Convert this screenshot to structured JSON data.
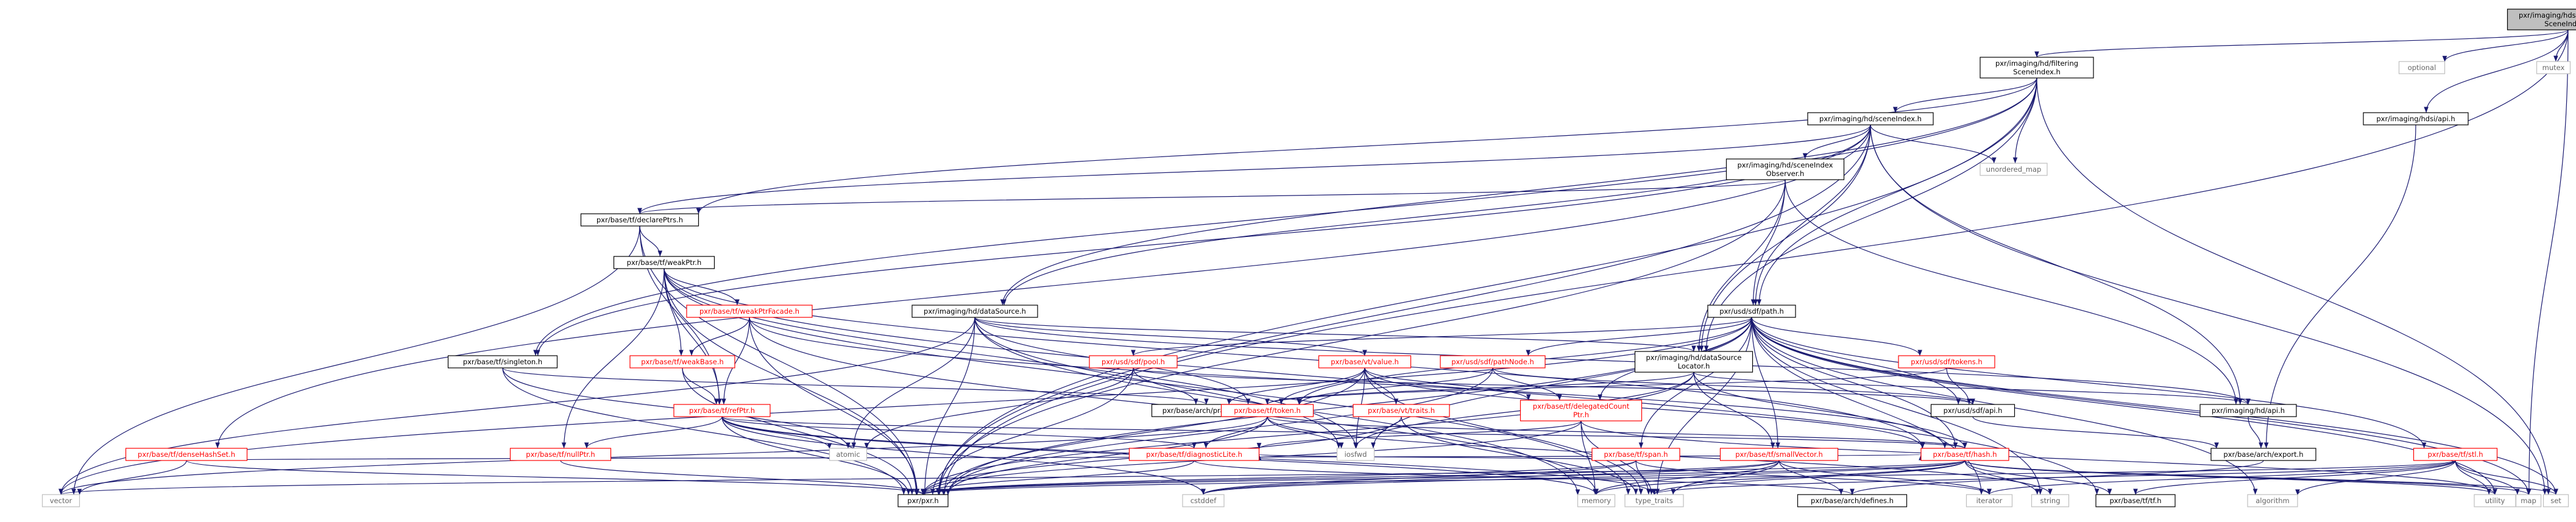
{
  "colors": {
    "edge": "#191970",
    "box_border": "#000000",
    "box_fill": "#ffffff",
    "root_fill": "#bfbfbf",
    "text": "#000000",
    "truncated_border": "#ff0000",
    "truncated_text": "#ff0000",
    "system_border": "#bfbfbf",
    "system_text": "#666666"
  },
  "nodes": [
    {
      "id": "root",
      "lines": [
        "pxr/imaging/hdsi/debugging",
        "SceneIndex.h"
      ],
      "kind": "root"
    },
    {
      "id": "filtering",
      "lines": [
        "pxr/imaging/hd/filtering",
        "SceneIndex.h"
      ],
      "kind": "file"
    },
    {
      "id": "optional",
      "lines": [
        "optional"
      ],
      "kind": "system"
    },
    {
      "id": "mutex",
      "lines": [
        "mutex"
      ],
      "kind": "system"
    },
    {
      "id": "hdsiapi",
      "lines": [
        "pxr/imaging/hdsi/api.h"
      ],
      "kind": "file"
    },
    {
      "id": "sceneindex",
      "lines": [
        "pxr/imaging/hd/sceneIndex.h"
      ],
      "kind": "file"
    },
    {
      "id": "unordered_map",
      "lines": [
        "unordered_map"
      ],
      "kind": "system"
    },
    {
      "id": "observer",
      "lines": [
        "pxr/imaging/hd/sceneIndex",
        "Observer.h"
      ],
      "kind": "file"
    },
    {
      "id": "declareptrs",
      "lines": [
        "pxr/base/tf/declarePtrs.h"
      ],
      "kind": "file"
    },
    {
      "id": "weakptr",
      "lines": [
        "pxr/base/tf/weakPtr.h"
      ],
      "kind": "file"
    },
    {
      "id": "weakptrfacade",
      "lines": [
        "pxr/base/tf/weakPtrFacade.h"
      ],
      "kind": "truncated"
    },
    {
      "id": "datasource",
      "lines": [
        "pxr/imaging/hd/dataSource.h"
      ],
      "kind": "file"
    },
    {
      "id": "path",
      "lines": [
        "pxr/usd/sdf/path.h"
      ],
      "kind": "file"
    },
    {
      "id": "locator",
      "lines": [
        "pxr/imaging/hd/dataSource",
        "Locator.h"
      ],
      "kind": "file"
    },
    {
      "id": "singleton",
      "lines": [
        "pxr/base/tf/singleton.h"
      ],
      "kind": "file"
    },
    {
      "id": "weakbase",
      "lines": [
        "pxr/base/tf/weakBase.h"
      ],
      "kind": "truncated"
    },
    {
      "id": "pool",
      "lines": [
        "pxr/usd/sdf/pool.h"
      ],
      "kind": "truncated"
    },
    {
      "id": "value",
      "lines": [
        "pxr/base/vt/value.h"
      ],
      "kind": "truncated"
    },
    {
      "id": "pathnode",
      "lines": [
        "pxr/usd/sdf/pathNode.h"
      ],
      "kind": "truncated"
    },
    {
      "id": "sdftokens",
      "lines": [
        "pxr/usd/sdf/tokens.h"
      ],
      "kind": "truncated"
    },
    {
      "id": "pragmas",
      "lines": [
        "pxr/base/arch/pragmas.h"
      ],
      "kind": "file"
    },
    {
      "id": "refptr",
      "lines": [
        "pxr/base/tf/refPtr.h"
      ],
      "kind": "truncated"
    },
    {
      "id": "traits",
      "lines": [
        "pxr/base/vt/traits.h"
      ],
      "kind": "truncated"
    },
    {
      "id": "delegated",
      "lines": [
        "pxr/base/tf/delegatedCount",
        "Ptr.h"
      ],
      "kind": "truncated"
    },
    {
      "id": "token",
      "lines": [
        "pxr/base/tf/token.h"
      ],
      "kind": "truncated"
    },
    {
      "id": "sdfapi",
      "lines": [
        "pxr/usd/sdf/api.h"
      ],
      "kind": "file"
    },
    {
      "id": "hdapi",
      "lines": [
        "pxr/imaging/hd/api.h"
      ],
      "kind": "file"
    },
    {
      "id": "densehashset",
      "lines": [
        "pxr/base/tf/denseHashSet.h"
      ],
      "kind": "truncated"
    },
    {
      "id": "nullptr",
      "lines": [
        "pxr/base/tf/nullPtr.h"
      ],
      "kind": "truncated"
    },
    {
      "id": "atomic",
      "lines": [
        "atomic"
      ],
      "kind": "system"
    },
    {
      "id": "iosfwd",
      "lines": [
        "iosfwd"
      ],
      "kind": "system"
    },
    {
      "id": "diaglite",
      "lines": [
        "pxr/base/tf/diagnosticLite.h"
      ],
      "kind": "truncated"
    },
    {
      "id": "span",
      "lines": [
        "pxr/base/tf/span.h"
      ],
      "kind": "truncated"
    },
    {
      "id": "smallvector",
      "lines": [
        "pxr/base/tf/smallVector.h"
      ],
      "kind": "truncated"
    },
    {
      "id": "hash",
      "lines": [
        "pxr/base/tf/hash.h"
      ],
      "kind": "truncated"
    },
    {
      "id": "archexport",
      "lines": [
        "pxr/base/arch/export.h"
      ],
      "kind": "file"
    },
    {
      "id": "stl",
      "lines": [
        "pxr/base/tf/stl.h"
      ],
      "kind": "truncated"
    },
    {
      "id": "vector",
      "lines": [
        "vector"
      ],
      "kind": "system"
    },
    {
      "id": "pxr",
      "lines": [
        "pxr/pxr.h"
      ],
      "kind": "file"
    },
    {
      "id": "cstddef",
      "lines": [
        "cstddef"
      ],
      "kind": "system"
    },
    {
      "id": "memory",
      "lines": [
        "memory"
      ],
      "kind": "system"
    },
    {
      "id": "type_traits",
      "lines": [
        "type_traits"
      ],
      "kind": "system"
    },
    {
      "id": "archdefines",
      "lines": [
        "pxr/base/arch/defines.h"
      ],
      "kind": "file"
    },
    {
      "id": "iterator",
      "lines": [
        "iterator"
      ],
      "kind": "system"
    },
    {
      "id": "string",
      "lines": [
        "string"
      ],
      "kind": "system"
    },
    {
      "id": "tf",
      "lines": [
        "pxr/base/tf/tf.h"
      ],
      "kind": "file"
    },
    {
      "id": "algorithm",
      "lines": [
        "algorithm"
      ],
      "kind": "system"
    },
    {
      "id": "utility",
      "lines": [
        "utility"
      ],
      "kind": "system"
    },
    {
      "id": "map",
      "lines": [
        "map"
      ],
      "kind": "system"
    },
    {
      "id": "set",
      "lines": [
        "set"
      ],
      "kind": "system"
    }
  ],
  "edges": [
    [
      "root",
      "filtering"
    ],
    [
      "root",
      "optional"
    ],
    [
      "root",
      "mutex"
    ],
    [
      "root",
      "hdsiapi"
    ],
    [
      "root",
      "pxr"
    ],
    [
      "root",
      "map"
    ],
    [
      "filtering",
      "sceneindex"
    ],
    [
      "filtering",
      "declareptrs"
    ],
    [
      "filtering",
      "singleton"
    ],
    [
      "filtering",
      "datasource"
    ],
    [
      "filtering",
      "path"
    ],
    [
      "filtering",
      "locator"
    ],
    [
      "filtering",
      "unordered_map"
    ],
    [
      "filtering",
      "set"
    ],
    [
      "filtering",
      "pxr"
    ],
    [
      "hdsiapi",
      "archexport"
    ],
    [
      "sceneindex",
      "observer"
    ],
    [
      "sceneindex",
      "declareptrs"
    ],
    [
      "sceneindex",
      "datasource"
    ],
    [
      "sceneindex",
      "path"
    ],
    [
      "sceneindex",
      "locator"
    ],
    [
      "sceneindex",
      "hdapi"
    ],
    [
      "sceneindex",
      "unordered_map"
    ],
    [
      "sceneindex",
      "set"
    ],
    [
      "sceneindex",
      "densehashset"
    ],
    [
      "sceneindex",
      "singleton"
    ],
    [
      "sceneindex",
      "pxr"
    ],
    [
      "observer",
      "declareptrs"
    ],
    [
      "observer",
      "path"
    ],
    [
      "observer",
      "locator"
    ],
    [
      "observer",
      "hdapi"
    ],
    [
      "observer",
      "pxr"
    ],
    [
      "declareptrs",
      "weakptr"
    ],
    [
      "declareptrs",
      "refptr"
    ],
    [
      "declareptrs",
      "vector"
    ],
    [
      "declareptrs",
      "pxr"
    ],
    [
      "weakptr",
      "weakptrfacade"
    ],
    [
      "weakptr",
      "weakbase"
    ],
    [
      "weakptr",
      "refptr"
    ],
    [
      "weakptr",
      "nullptr"
    ],
    [
      "weakptr",
      "tf"
    ],
    [
      "weakptr",
      "hash"
    ],
    [
      "weakptr",
      "iosfwd"
    ],
    [
      "weakptr",
      "type_traits"
    ],
    [
      "weakptr",
      "pxr"
    ],
    [
      "weakptrfacade",
      "weakbase"
    ],
    [
      "weakptrfacade",
      "refptr"
    ],
    [
      "weakptrfacade",
      "hash"
    ],
    [
      "weakptrfacade",
      "memory"
    ],
    [
      "weakptrfacade",
      "pxr"
    ],
    [
      "datasource",
      "token"
    ],
    [
      "datasource",
      "value"
    ],
    [
      "datasource",
      "hdapi"
    ],
    [
      "datasource",
      "locator"
    ],
    [
      "datasource",
      "atomic"
    ],
    [
      "datasource",
      "memory"
    ],
    [
      "datasource",
      "vector"
    ],
    [
      "datasource",
      "iosfwd"
    ],
    [
      "datasource",
      "pxr"
    ],
    [
      "path",
      "pool"
    ],
    [
      "path",
      "pathnode"
    ],
    [
      "path",
      "sdftokens"
    ],
    [
      "path",
      "sdfapi"
    ],
    [
      "path",
      "token"
    ],
    [
      "path",
      "stl"
    ],
    [
      "path",
      "hash"
    ],
    [
      "path",
      "span"
    ],
    [
      "path",
      "smallvector"
    ],
    [
      "path",
      "delegated"
    ],
    [
      "path",
      "iosfwd"
    ],
    [
      "path",
      "set"
    ],
    [
      "path",
      "map"
    ],
    [
      "path",
      "string"
    ],
    [
      "path",
      "vector"
    ],
    [
      "path",
      "algorithm"
    ],
    [
      "path",
      "iterator"
    ],
    [
      "path",
      "utility"
    ],
    [
      "path",
      "type_traits"
    ],
    [
      "path",
      "pxr"
    ],
    [
      "locator",
      "token"
    ],
    [
      "locator",
      "hdapi"
    ],
    [
      "locator",
      "smallvector"
    ],
    [
      "locator",
      "hash"
    ],
    [
      "locator",
      "iosfwd"
    ],
    [
      "locator",
      "pxr"
    ],
    [
      "singleton",
      "pragmas"
    ],
    [
      "singleton",
      "atomic"
    ],
    [
      "singleton",
      "pxr"
    ],
    [
      "weakbase",
      "refptr"
    ],
    [
      "weakbase",
      "pxr"
    ],
    [
      "pool",
      "pragmas"
    ],
    [
      "pool",
      "sdfapi"
    ],
    [
      "pool",
      "atomic"
    ],
    [
      "pool",
      "pxr"
    ],
    [
      "value",
      "pragmas"
    ],
    [
      "value",
      "traits"
    ],
    [
      "value",
      "token"
    ],
    [
      "value",
      "delegated"
    ],
    [
      "value",
      "hash"
    ],
    [
      "value",
      "iosfwd"
    ],
    [
      "value",
      "type_traits"
    ],
    [
      "value",
      "pxr"
    ],
    [
      "pathnode",
      "token"
    ],
    [
      "pathnode",
      "delegated"
    ],
    [
      "pathnode",
      "sdfapi"
    ],
    [
      "pathnode",
      "pxr"
    ],
    [
      "sdftokens",
      "sdfapi"
    ],
    [
      "sdftokens",
      "token"
    ],
    [
      "refptr",
      "nullptr"
    ],
    [
      "refptr",
      "diaglite"
    ],
    [
      "refptr",
      "hash"
    ],
    [
      "refptr",
      "atomic"
    ],
    [
      "refptr",
      "cstddef"
    ],
    [
      "refptr",
      "memory"
    ],
    [
      "refptr",
      "type_traits"
    ],
    [
      "refptr",
      "pxr"
    ],
    [
      "traits",
      "type_traits"
    ],
    [
      "traits",
      "pxr"
    ],
    [
      "delegated",
      "diaglite"
    ],
    [
      "delegated",
      "memory"
    ],
    [
      "delegated",
      "utility"
    ],
    [
      "delegated",
      "type_traits"
    ],
    [
      "delegated",
      "pxr"
    ],
    [
      "token",
      "hash"
    ],
    [
      "token",
      "diaglite"
    ],
    [
      "token",
      "string"
    ],
    [
      "token",
      "vector"
    ],
    [
      "token",
      "iosfwd"
    ],
    [
      "token",
      "pxr"
    ],
    [
      "sdfapi",
      "archexport"
    ],
    [
      "hdapi",
      "archexport"
    ],
    [
      "densehashset",
      "hash"
    ],
    [
      "densehashset",
      "vector"
    ],
    [
      "densehashset",
      "pxr"
    ],
    [
      "nullptr",
      "pxr"
    ],
    [
      "diaglite",
      "pxr"
    ],
    [
      "diaglite",
      "archdefines"
    ],
    [
      "span",
      "diaglite"
    ],
    [
      "span",
      "cstddef"
    ],
    [
      "span",
      "iterator"
    ],
    [
      "span",
      "type_traits"
    ],
    [
      "span",
      "pxr"
    ],
    [
      "smallvector",
      "archdefines"
    ],
    [
      "smallvector",
      "memory"
    ],
    [
      "smallvector",
      "iterator"
    ],
    [
      "smallvector",
      "type_traits"
    ],
    [
      "smallvector",
      "cstddef"
    ],
    [
      "smallvector",
      "pxr"
    ],
    [
      "hash",
      "tf"
    ],
    [
      "hash",
      "cstddef"
    ],
    [
      "hash",
      "string"
    ],
    [
      "hash",
      "type_traits"
    ],
    [
      "hash",
      "map"
    ],
    [
      "hash",
      "set"
    ],
    [
      "hash",
      "utility"
    ],
    [
      "hash",
      "vector"
    ],
    [
      "hash",
      "memory"
    ],
    [
      "hash",
      "pxr"
    ],
    [
      "archexport",
      "archdefines"
    ],
    [
      "stl",
      "tf"
    ],
    [
      "stl",
      "iterator"
    ],
    [
      "stl",
      "algorithm"
    ],
    [
      "stl",
      "type_traits"
    ],
    [
      "stl",
      "map"
    ],
    [
      "stl",
      "set"
    ],
    [
      "stl",
      "utility"
    ],
    [
      "stl",
      "pxr"
    ]
  ]
}
